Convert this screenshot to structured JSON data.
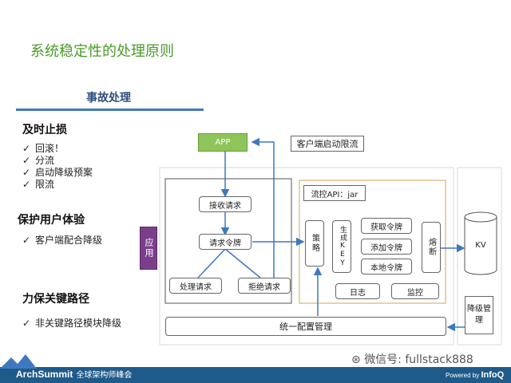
{
  "title": "系统稳定性的处理原则",
  "section_tab": "事故处理",
  "left_panel": {
    "groups": [
      {
        "heading": "及时止损",
        "items": [
          "回滚！",
          "分流",
          "启动降级预案",
          "限流"
        ]
      },
      {
        "heading": "保护用户体验",
        "items": [
          "客户端配合降级"
        ]
      },
      {
        "heading": "力保关键路径",
        "items": [
          "非关键路径模块降级"
        ]
      }
    ]
  },
  "diagram": {
    "app": "APP",
    "client_limit": "客户端启动限流",
    "app_side": "应用",
    "receive": "接收请求",
    "request_token": "请求令牌",
    "process": "处理请求",
    "reject": "拒绝请求",
    "flow_api": "流控API：jar",
    "strategy": "策略",
    "generate_key": "生成KEY",
    "get_token": "获取令牌",
    "add_token": "添加令牌",
    "local_token": "本地令牌",
    "fuse": "熔断",
    "log": "日志",
    "monitor": "监控",
    "kv": "KV",
    "degrade_mgmt": "降级管理",
    "config_mgmt": "统一配置管理",
    "colors": {
      "app_fill": "#8fc45a",
      "app_side_fill": "#7b3f8a",
      "frame_border": "#e0b070"
    }
  },
  "footer": {
    "brand": "ArchSummit",
    "brand_sub": "全球架构师峰会",
    "powered": "Powered by",
    "powered_brand": "InfoQ",
    "watermark": "微信号: fullstack888"
  }
}
